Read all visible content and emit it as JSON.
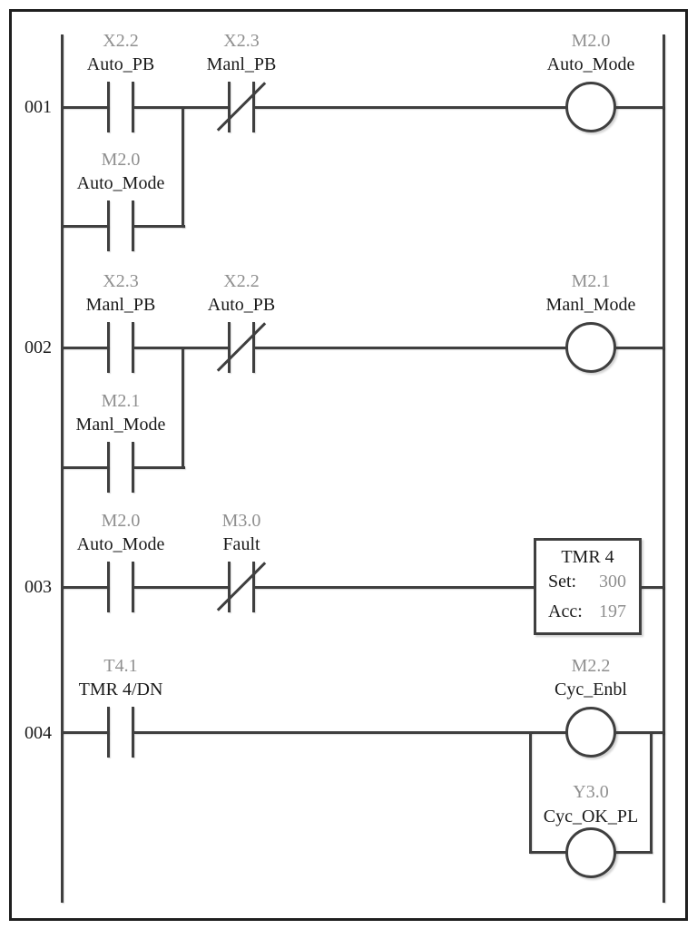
{
  "figure": {
    "type": "plc-ladder-diagram"
  },
  "colors": {
    "line": "#3f3f3f",
    "frame": "#1f1f1f",
    "address_text": "#8f8f8f",
    "tag_text": "#1a1a1a",
    "value_text": "#8f8f8f",
    "background": "#ffffff"
  },
  "rungs": [
    {
      "number": "001",
      "contacts": [
        {
          "address": "X2.2",
          "tag": "Auto_PB",
          "type": "normally-open"
        },
        {
          "address": "X2.3",
          "tag": "Manl_PB",
          "type": "normally-closed"
        }
      ],
      "branch_contact": {
        "address": "M2.0",
        "tag": "Auto_Mode",
        "type": "normally-open"
      },
      "coil": {
        "address": "M2.0",
        "tag": "Auto_Mode"
      }
    },
    {
      "number": "002",
      "contacts": [
        {
          "address": "X2.3",
          "tag": "Manl_PB",
          "type": "normally-open"
        },
        {
          "address": "X2.2",
          "tag": "Auto_PB",
          "type": "normally-closed"
        }
      ],
      "branch_contact": {
        "address": "M2.1",
        "tag": "Manl_Mode",
        "type": "normally-open"
      },
      "coil": {
        "address": "M2.1",
        "tag": "Manl_Mode"
      }
    },
    {
      "number": "003",
      "contacts": [
        {
          "address": "M2.0",
          "tag": "Auto_Mode",
          "type": "normally-open"
        },
        {
          "address": "M3.0",
          "tag": "Fault",
          "type": "normally-closed"
        }
      ],
      "timer": {
        "title": "TMR 4",
        "set_label": "Set:",
        "set_value": "300",
        "acc_label": "Acc:",
        "acc_value": "197"
      }
    },
    {
      "number": "004",
      "contacts": [
        {
          "address": "T4.1",
          "tag": "TMR 4/DN",
          "type": "normally-open"
        }
      ],
      "coil": {
        "address": "M2.2",
        "tag": "Cyc_Enbl"
      },
      "branch_coil": {
        "address": "Y3.0",
        "tag": "Cyc_OK_PL"
      }
    }
  ]
}
